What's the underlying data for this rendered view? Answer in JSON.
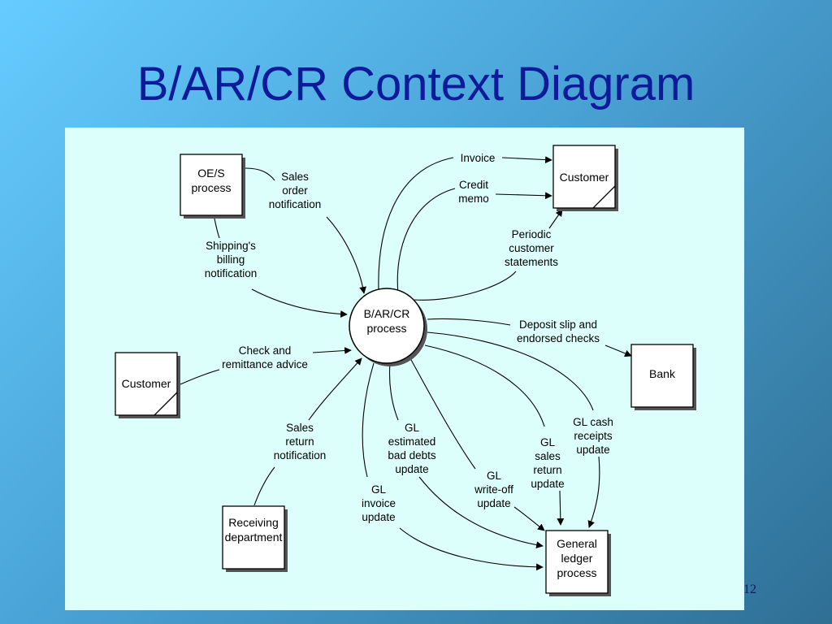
{
  "title": "B/AR/CR Context Diagram",
  "page_number": "12",
  "process": {
    "lines": [
      "B/AR/CR",
      "process"
    ]
  },
  "entities": {
    "oes": [
      "OE/S",
      "process"
    ],
    "customer_top": [
      "Customer"
    ],
    "customer_left": [
      "Customer"
    ],
    "bank": [
      "Bank"
    ],
    "receiving": [
      "Receiving",
      "department"
    ],
    "general_ledger": [
      "General",
      "ledger",
      "process"
    ]
  },
  "flows": {
    "invoice": [
      "Invoice"
    ],
    "credit_memo": [
      "Credit",
      "memo"
    ],
    "periodic": [
      "Periodic",
      "customer",
      "statements"
    ],
    "sales_order": [
      "Sales",
      "order",
      "notification"
    ],
    "shipping": [
      "Shipping's",
      "billing",
      "notification"
    ],
    "check": [
      "Check and",
      "remittance advice"
    ],
    "deposit": [
      "Deposit slip and",
      "endorsed checks"
    ],
    "sales_return": [
      "Sales",
      "return",
      "notification"
    ],
    "gl_bad_debts": [
      "GL",
      "estimated",
      "bad debts",
      "update"
    ],
    "gl_invoice": [
      "GL",
      "invoice",
      "update"
    ],
    "gl_writeoff": [
      "GL",
      "write-off",
      "update"
    ],
    "gl_sales_return": [
      "GL",
      "sales",
      "return",
      "update"
    ],
    "gl_cash": [
      "GL cash",
      "receipts",
      "update"
    ]
  },
  "colors": {
    "title": "#0d1a99",
    "panel": "#dcfffc",
    "line": "#000000"
  }
}
